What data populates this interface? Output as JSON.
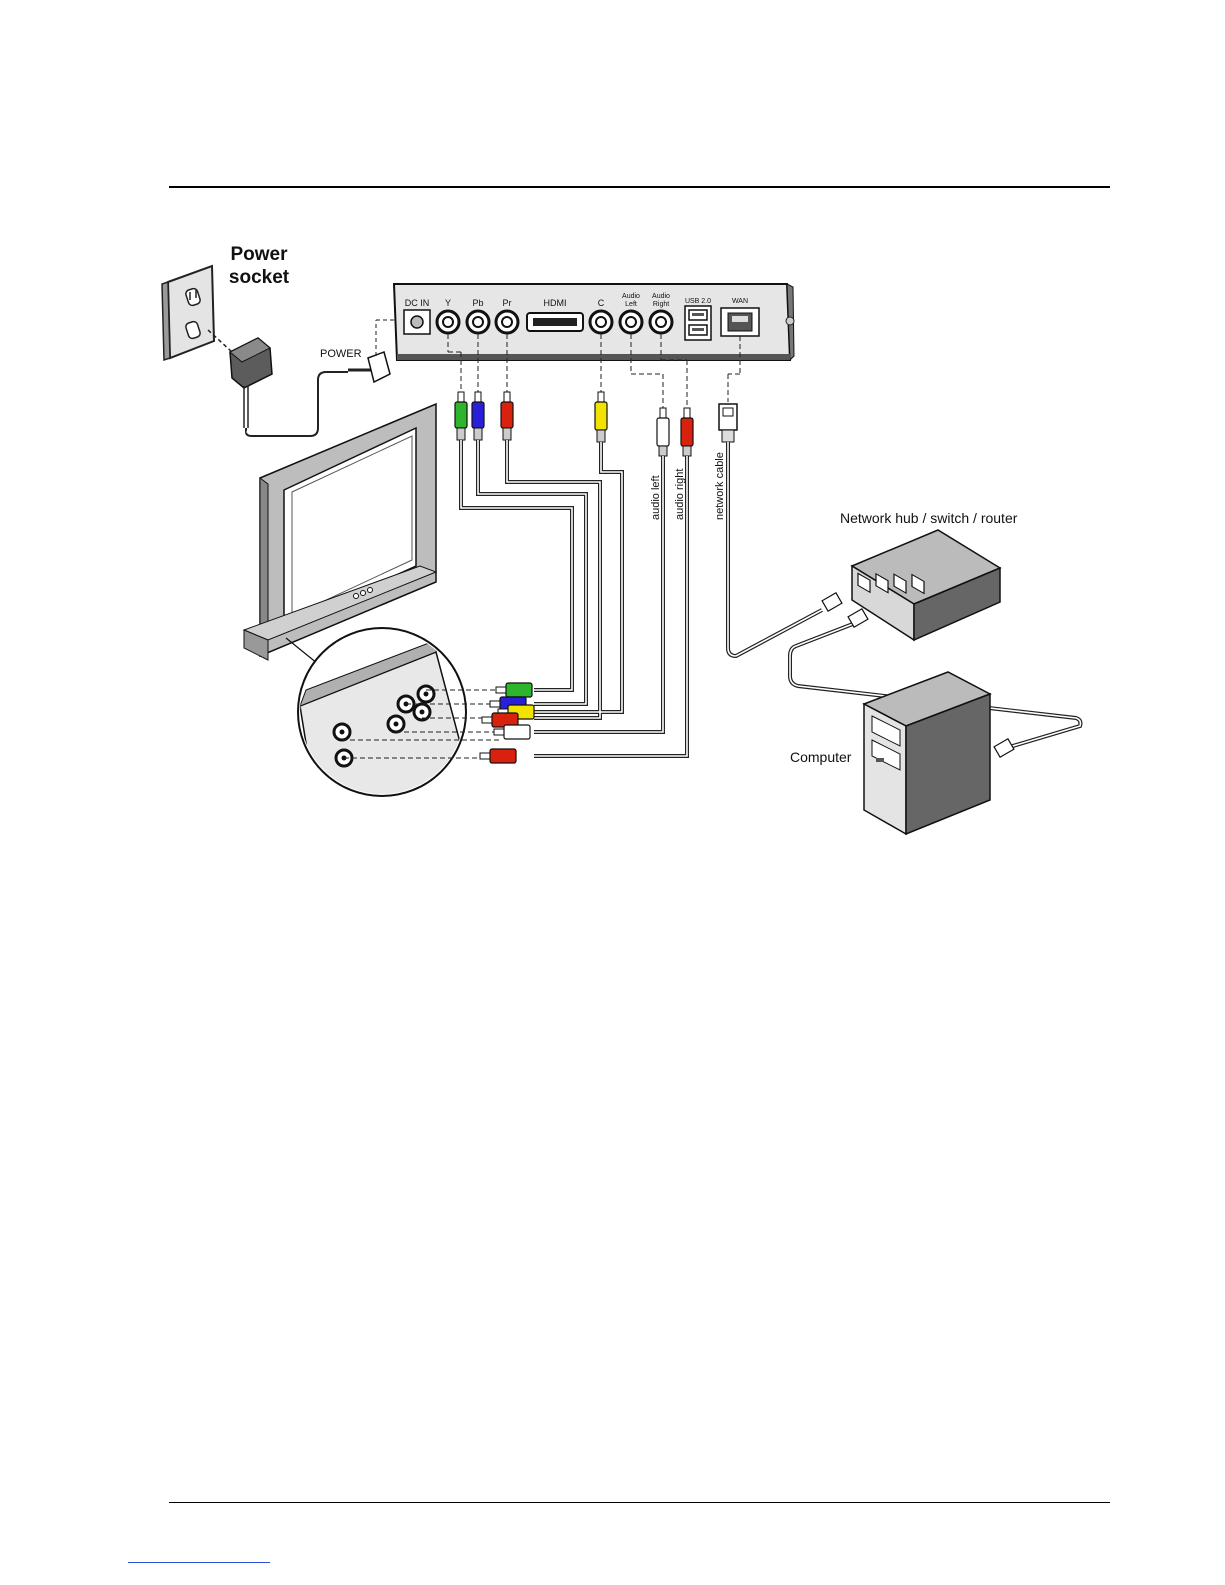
{
  "labels": {
    "power_socket_line1": "Power",
    "power_socket_line2": "socket",
    "power": "POWER",
    "network_hub": "Network hub / switch / router",
    "computer": "Computer",
    "audio_left": "audio left",
    "audio_right": "audio right",
    "network_cable": "network cable"
  },
  "ports": {
    "dc_in": "DC IN",
    "y": "Y",
    "pb": "Pb",
    "pr": "Pr",
    "hdmi": "HDMI",
    "c": "C",
    "audio_left_1": "Audio",
    "audio_left_2": "Left",
    "audio_right_1": "Audio",
    "audio_right_2": "Right",
    "usb": "USB 2.0",
    "wan": "WAN"
  },
  "colors": {
    "green": "#2db52d",
    "blue": "#2a1fd9",
    "red": "#d8220e",
    "yellow": "#f2e200",
    "white": "#ffffff",
    "device": "#4a4a4a",
    "device_face": "#e2e2e2"
  }
}
